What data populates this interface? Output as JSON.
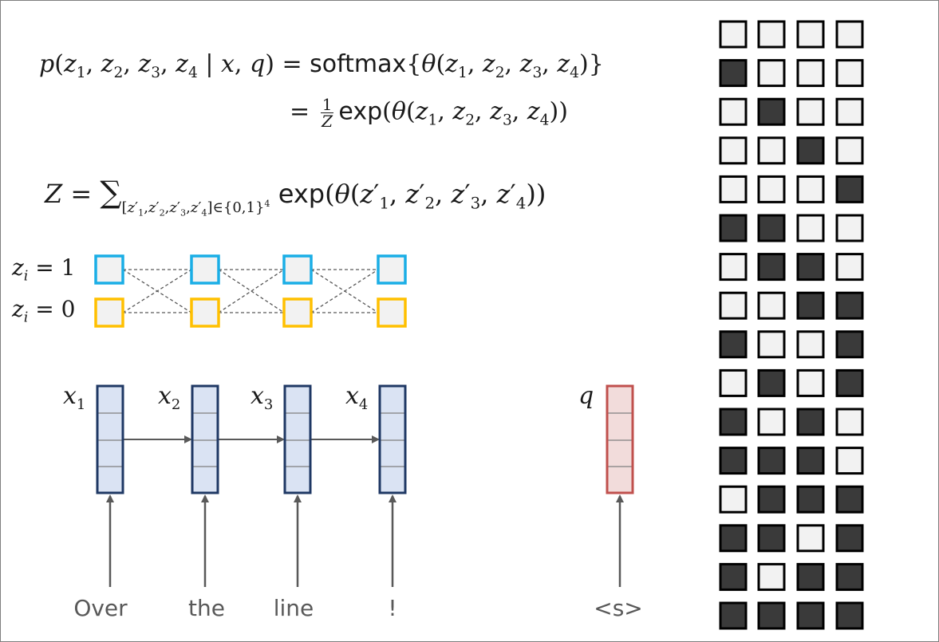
{
  "equations": {
    "eq1": {
      "lhs_prefix": "p",
      "lhs_vars": "(z1, z2, z3, z4 | x, q)",
      "rhs": "softmax{θ(z1, z2, z3, z4)}"
    },
    "eq2": {
      "rhs_prefix": "exp",
      "rhs_vars": "(θ(z1, z2, z3, z4))",
      "fraction_numerator": "1",
      "fraction_denominator": "Z"
    },
    "eq3": {
      "lhs": "Z",
      "sum_range": "[z′1,z′2,z′3,z′4]∈{0,1}4",
      "rhs": "exp(θ(z′1, z′2, z′3, z′4))"
    }
  },
  "latent_chain": {
    "labels": [
      "zi = 1",
      "zi = 0"
    ],
    "state_one_color": "#1aaee6",
    "state_zero_color": "#ffc000",
    "node_fill": "#f2f2f2",
    "positions": 4
  },
  "encoder": {
    "inputs": [
      {
        "label_base": "x",
        "label_sub": "1",
        "word": "Over"
      },
      {
        "label_base": "x",
        "label_sub": "2",
        "word": "the"
      },
      {
        "label_base": "x",
        "label_sub": "3",
        "word": "line"
      },
      {
        "label_base": "x",
        "label_sub": "4",
        "word": "!"
      }
    ],
    "vector_fill": "#dae3f3",
    "vector_stroke": "#1f3864",
    "arrow_color": "#595959"
  },
  "query": {
    "label": "q",
    "word": "<s>",
    "vector_fill": "#f2dcdb",
    "vector_stroke": "#c0504d"
  },
  "configurations": {
    "dark_color": "#3a3a3a",
    "light_color": "#f2f2f2",
    "rows": [
      [
        0,
        0,
        0,
        0
      ],
      [
        1,
        0,
        0,
        0
      ],
      [
        0,
        1,
        0,
        0
      ],
      [
        0,
        0,
        1,
        0
      ],
      [
        0,
        0,
        0,
        1
      ],
      [
        1,
        1,
        0,
        0
      ],
      [
        0,
        1,
        1,
        0
      ],
      [
        0,
        0,
        1,
        1
      ],
      [
        1,
        0,
        0,
        1
      ],
      [
        0,
        1,
        0,
        1
      ],
      [
        1,
        0,
        1,
        0
      ],
      [
        1,
        1,
        1,
        0
      ],
      [
        0,
        1,
        1,
        1
      ],
      [
        1,
        1,
        0,
        1
      ],
      [
        1,
        0,
        1,
        1
      ],
      [
        1,
        1,
        1,
        1
      ]
    ]
  }
}
